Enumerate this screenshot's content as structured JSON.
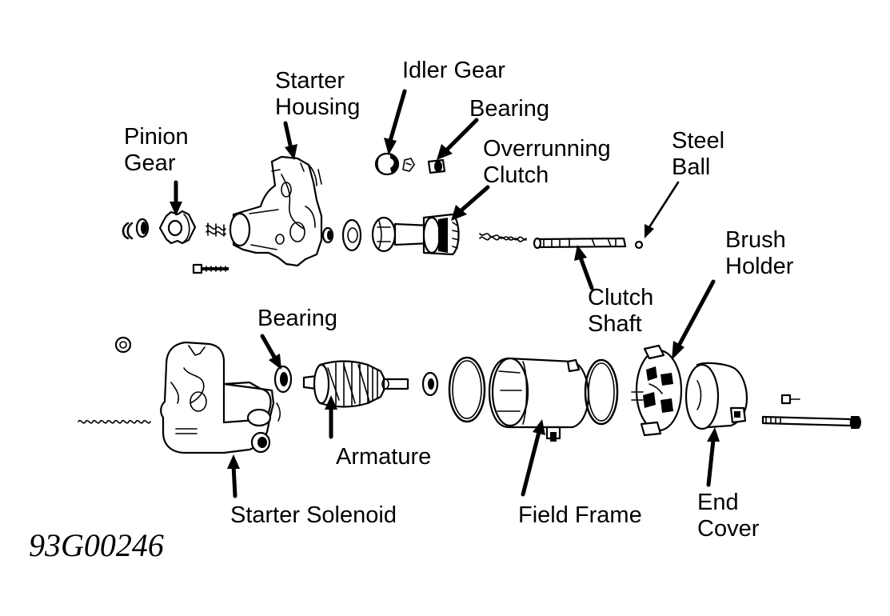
{
  "labels": {
    "starter_housing": [
      "Starter",
      "Housing"
    ],
    "idler_gear": [
      "Idler Gear"
    ],
    "bearing_top": [
      "Bearing"
    ],
    "pinion_gear": [
      "Pinion",
      "Gear"
    ],
    "overrunning_clutch": [
      "Overrunning",
      "Clutch"
    ],
    "steel_ball": [
      "Steel",
      "Ball"
    ],
    "brush_holder": [
      "Brush",
      "Holder"
    ],
    "clutch_shaft": [
      "Clutch",
      "Shaft"
    ],
    "bearing_bottom": [
      "Bearing"
    ],
    "armature": [
      "Armature"
    ],
    "starter_solenoid": [
      "Starter Solenoid"
    ],
    "field_frame": [
      "Field Frame"
    ],
    "end_cover": [
      "End",
      "Cover"
    ]
  },
  "figure_code": "93G00246"
}
